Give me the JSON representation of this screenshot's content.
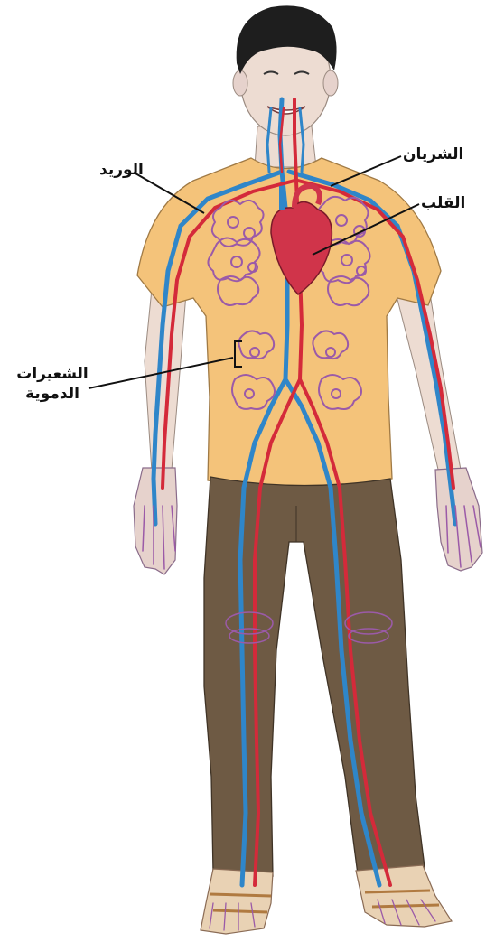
{
  "labels": {
    "artery": "الشريان",
    "heart": "القلب",
    "vein": "الوريد",
    "capillaries_line1": "الشعيرات",
    "capillaries_line2": "الدموية"
  },
  "colors": {
    "artery": "#d42a3a",
    "vein": "#2f86c9",
    "capillary": "#9b5aa8",
    "shirt": "#f4c37a",
    "pants": "#6e5a44",
    "skin": "#e9d8cf",
    "hair": "#1e1e1e"
  }
}
